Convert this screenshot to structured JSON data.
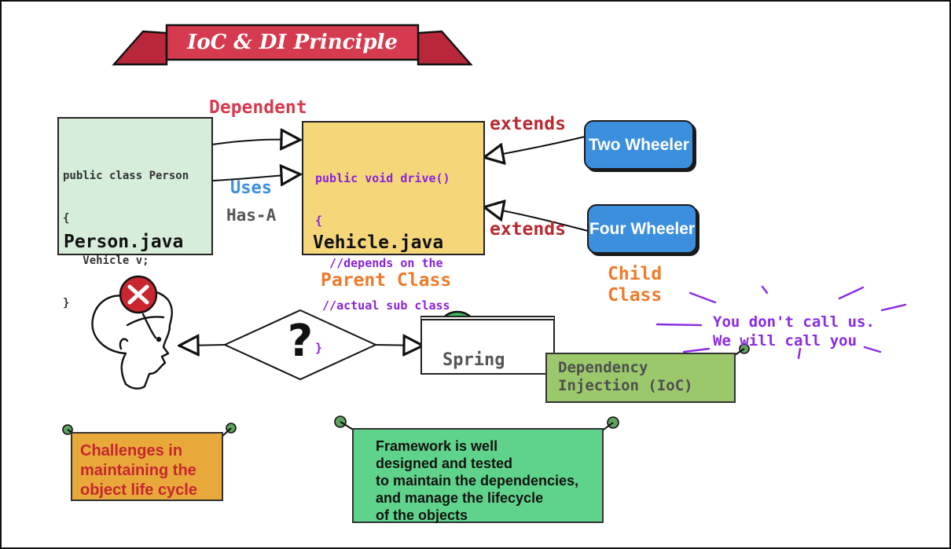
{
  "title": "IoC & DI Principle",
  "person_box": {
    "code": [
      "public class Person",
      "{",
      "   Vehicle v;",
      "}"
    ],
    "filename": "Person.java"
  },
  "vehicle_box": {
    "code": [
      "public void drive()",
      "{",
      "  //depends on the",
      " //actual sub class",
      "}"
    ],
    "filename": "Vehicle.java"
  },
  "labels": {
    "dependent": "Dependent",
    "uses": "Uses",
    "has_a": "Has-A",
    "extends_top": "extends",
    "extends_bottom": "extends",
    "parent_class": "Parent Class",
    "child_class": [
      "Child",
      "Class"
    ]
  },
  "buttons": {
    "two_wheeler": "Two Wheeler",
    "four_wheeler": "Four Wheeler"
  },
  "spring": {
    "label": "Spring"
  },
  "di_note": {
    "lines": [
      "Dependency",
      "Injection (IoC)"
    ]
  },
  "ioc_quote": {
    "lines": [
      "You don't call us.",
      "We will call you"
    ]
  },
  "challenges_note": {
    "lines": [
      "Challenges in",
      "maintaining the",
      "object life cycle"
    ]
  },
  "framework_note": {
    "lines": [
      "Framework is well",
      "designed and tested",
      "to maintain the dependencies,",
      "and manage the lifecycle",
      "of the objects"
    ]
  },
  "decision_symbol": "?",
  "colors": {
    "person_fill": "#d5edd9",
    "vehicle_fill": "#f5d77a",
    "pill_blue": "#3b8fdd",
    "banner_red": "#d63a4f",
    "dependent_red": "#d63a4f",
    "uses_blue": "#3b8fdd",
    "extends_red": "#b8282f",
    "orange": "#f07a2a",
    "purple": "#8a2be2",
    "code_purple": "#8a22d8",
    "di_green": "#9cc86c",
    "challenge_orange": "#e8a93a",
    "framework_green": "#5fd38b",
    "check_green": "#3cb85a"
  }
}
